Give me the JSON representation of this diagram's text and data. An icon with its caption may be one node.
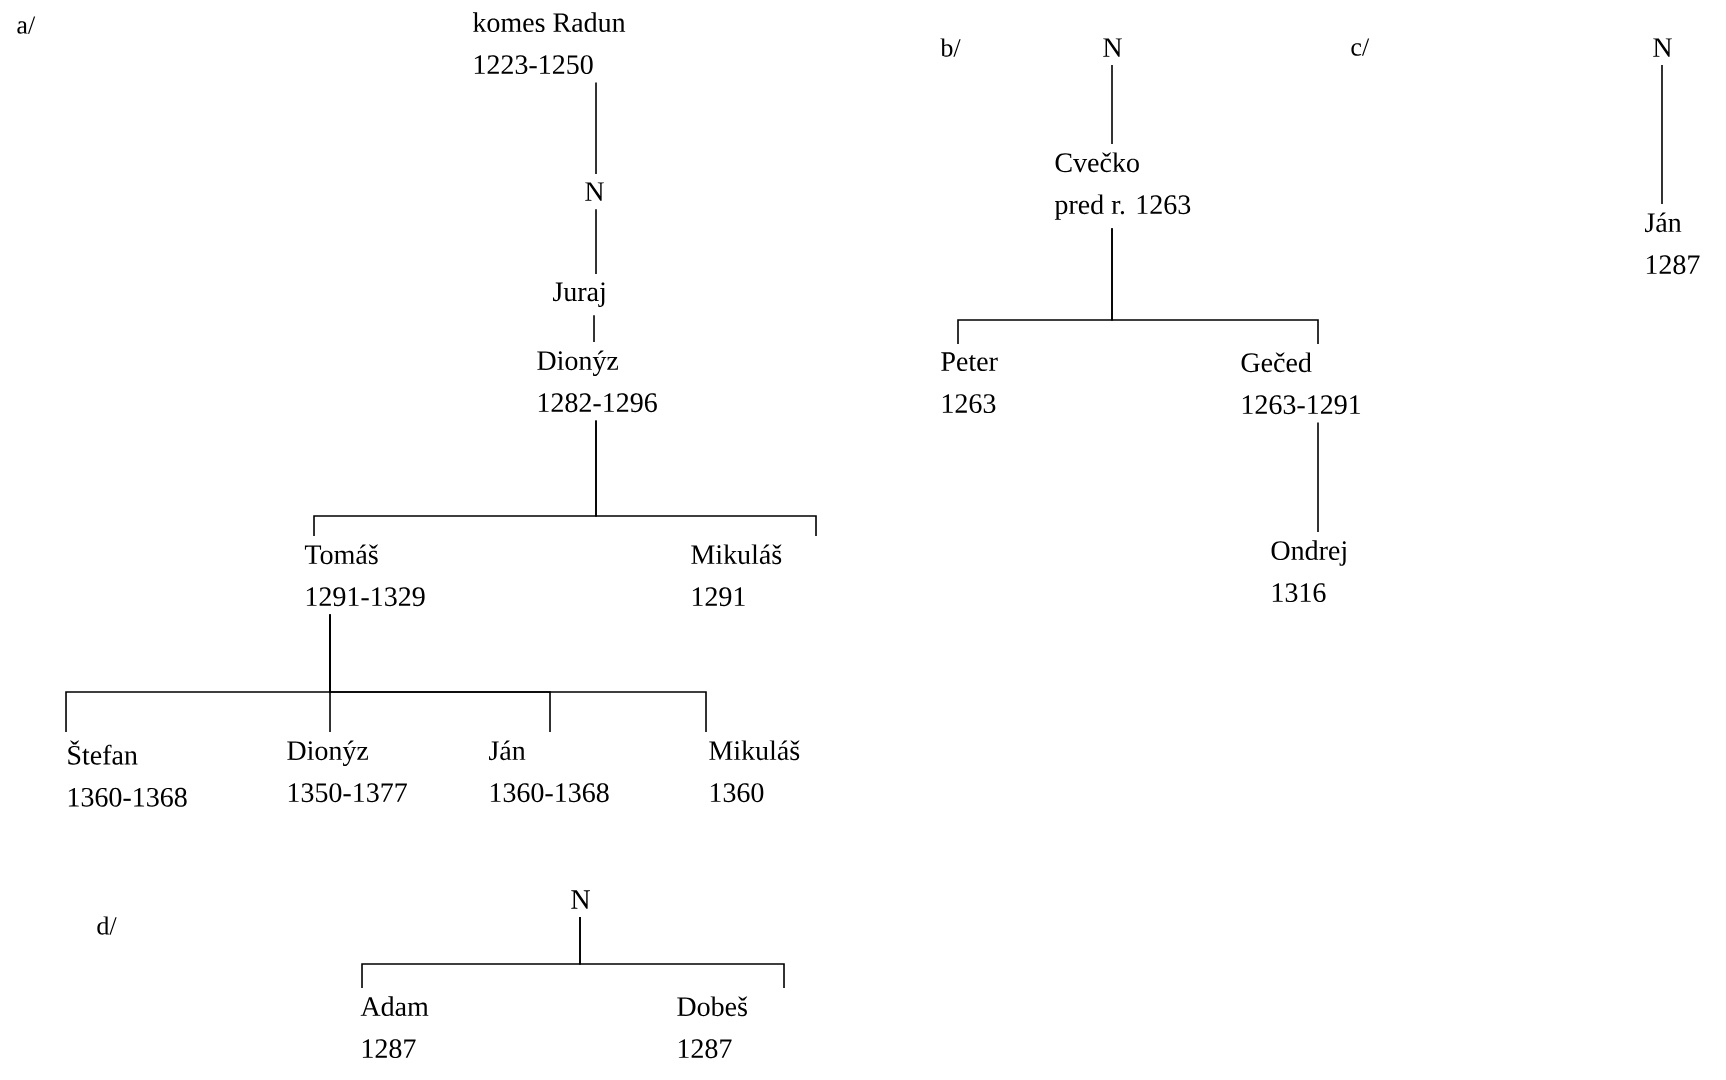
{
  "diagram": {
    "nodes": [
      {
        "text": [
          "komes Radun",
          "1223-1250"
        ]
      },
      {
        "text": [
          "N"
        ]
      },
      {
        "text": [
          "Juraj"
        ]
      },
      {
        "text": [
          "Dionýz",
          "1282-1296"
        ]
      },
      {
        "text": [
          "Tomáš",
          "1291-1329"
        ]
      },
      {
        "text": [
          "Mikuláš",
          "1291"
        ]
      },
      {
        "text": [
          "Štefan",
          "1360-1368"
        ]
      },
      {
        "text": [
          "Dionýz",
          "1350-1377"
        ]
      },
      {
        "text": [
          "Ján",
          "1360-1368"
        ]
      },
      {
        "text": [
          "Mikuláš",
          "1360"
        ]
      },
      {
        "text": [
          "N"
        ]
      },
      {
        "text": [
          "Cvečko",
          "pred r. 1263"
        ]
      },
      {
        "text": [
          "Peter",
          "1263"
        ]
      },
      {
        "text": [
          "Gečed",
          "1263-1291"
        ]
      },
      {
        "text": [
          "Ondrej",
          "1316"
        ]
      },
      {
        "text": [
          "N"
        ]
      },
      {
        "text": [
          "Ján",
          "1287"
        ]
      },
      {
        "text": [
          "N"
        ]
      },
      {
        "text": [
          "Adam",
          "1287"
        ]
      },
      {
        "text": [
          "Dobeš",
          "1287"
        ]
      }
    ],
    "edges": [
      {
        "from": 0,
        "to": 1,
        "arrow": "none"
      },
      {
        "from": 1,
        "to": 2,
        "arrow": "none"
      },
      {
        "from": 2,
        "to": 3,
        "arrow": "none"
      },
      {
        "from": 3,
        "to": 4,
        "arrow": "none"
      },
      {
        "from": 3,
        "to": 5,
        "arrow": "none"
      },
      {
        "from": 4,
        "to": 6,
        "arrow": "none"
      },
      {
        "from": 4,
        "to": 7,
        "arrow": "none"
      },
      {
        "from": 4,
        "to": 8,
        "arrow": "none"
      },
      {
        "from": 4,
        "to": 9,
        "arrow": "none"
      },
      {
        "from": 10,
        "to": 11,
        "arrow": "none"
      },
      {
        "from": 11,
        "to": 12,
        "arrow": "none"
      },
      {
        "from": 11,
        "to": 13,
        "arrow": "none"
      },
      {
        "from": 13,
        "to": 14,
        "arrow": "none"
      },
      {
        "from": 15,
        "to": 16,
        "arrow": "none"
      },
      {
        "from": 17,
        "to": 18,
        "arrow": "none"
      },
      {
        "from": 17,
        "to": 19,
        "arrow": "none"
      }
    ],
    "labels": [
      "a/",
      "b/",
      "c/",
      "d/"
    ]
  }
}
